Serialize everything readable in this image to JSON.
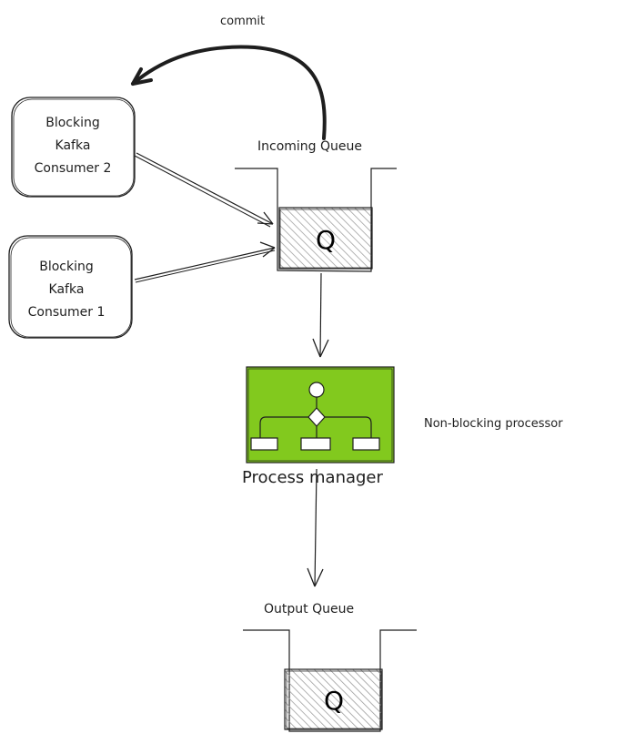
{
  "diagram": {
    "commit_label": "commit",
    "consumer2": {
      "line1": "Blocking",
      "line2": "Kafka",
      "line3": "Consumer 2"
    },
    "consumer1": {
      "line1": "Blocking",
      "line2": "Kafka",
      "line3": "Consumer 1"
    },
    "incoming_queue": {
      "title": "Incoming Queue",
      "symbol": "Q"
    },
    "processor": {
      "label": "Process manager",
      "side_note": "Non-blocking processor",
      "color": "#82c91e"
    },
    "output_queue": {
      "title": "Output Queue",
      "symbol": "Q"
    }
  }
}
